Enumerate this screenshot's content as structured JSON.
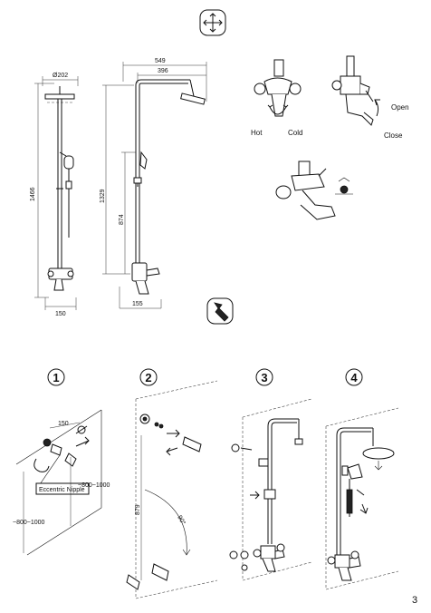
{
  "dimensions": {
    "d202": "Ø202",
    "d1466": "1466",
    "d150a": "150",
    "d549": "549",
    "d396": "396",
    "d1329": "1329",
    "d874": "874",
    "d155": "155"
  },
  "handle_diagram": {
    "hot": "Hot",
    "cold": "Cold",
    "open": "Open",
    "close": "Close"
  },
  "steps": [
    {
      "num": "1",
      "dim_150": "150",
      "dim_range1": "~800~1000",
      "dim_range2": "~800~1000",
      "nipple": "Eccentric Nipple"
    },
    {
      "num": "2",
      "dim_879": "879",
      "dim_90": "90°"
    },
    {
      "num": "3"
    },
    {
      "num": "4"
    }
  ],
  "page_number": "3",
  "icons": [
    "crosshair-icon",
    "wrench-icon"
  ]
}
